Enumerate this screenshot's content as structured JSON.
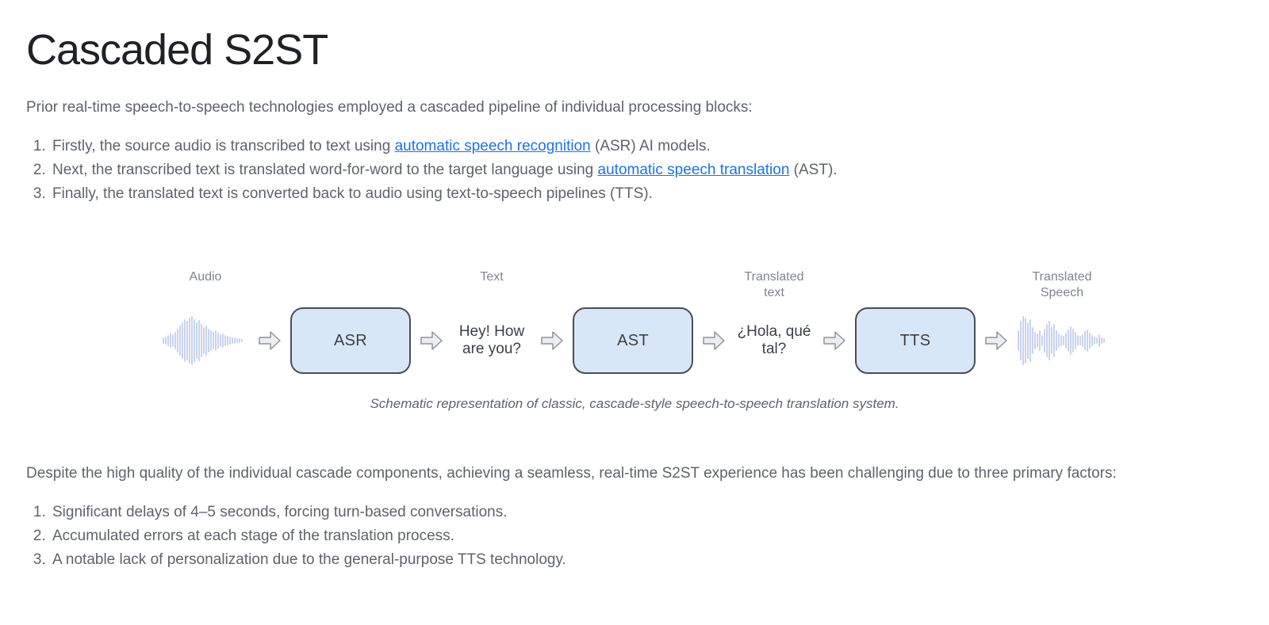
{
  "page": {
    "title": "Cascaded S2ST",
    "intro": "Prior real-time speech-to-speech technologies employed a cascaded pipeline of individual processing blocks:",
    "steps": [
      {
        "pre": "Firstly, the source audio is transcribed to text using ",
        "link": "automatic speech recognition",
        "post": " (ASR) AI models."
      },
      {
        "pre": "Next, the transcribed text is translated word-for-word to the target language using ",
        "link": "automatic speech translation",
        "post": " (AST)."
      },
      {
        "pre": "Finally, the translated text is converted back to audio using text-to-speech pipelines (TTS).",
        "link": "",
        "post": ""
      }
    ],
    "challenges_intro": "Despite the high quality of the individual cascade components, achieving a seamless, real-time S2ST experience has been challenging due to three primary factors:",
    "challenges": [
      "Significant delays of 4–5 seconds, forcing turn-based conversations.",
      "Accumulated errors at each stage of the translation process.",
      "A notable lack of personalization due to the general-purpose TTS technology."
    ]
  },
  "diagram": {
    "caption": "Schematic representation of classic, cascade-style speech-to-speech translation system.",
    "audio_label": "Audio",
    "asr_box_label": "ASR",
    "text_label": "Text",
    "text_sample": "Hey! How\nare you?",
    "ast_box_label": "AST",
    "translated_text_label": "Translated\ntext",
    "translated_text_sample": "¿Hola, qué\ntal?",
    "tts_box_label": "TTS",
    "translated_speech_label": "Translated\nSpeech",
    "icons": [
      "audio-waveform-icon",
      "arrow-right-icon",
      "translated-speech-waveform-icon"
    ],
    "colors": {
      "box_fill": "#d8e7f7",
      "box_border": "#4a4e57",
      "waveform": "#c9d3ec",
      "arrow_fill": "#ededed",
      "arrow_stroke": "#8f949b",
      "link": "#1a73e8",
      "title_text": "#202124",
      "body_text": "#5f6368",
      "diagram_label_text": "#80868b",
      "sample_text": "#3c4043"
    }
  }
}
